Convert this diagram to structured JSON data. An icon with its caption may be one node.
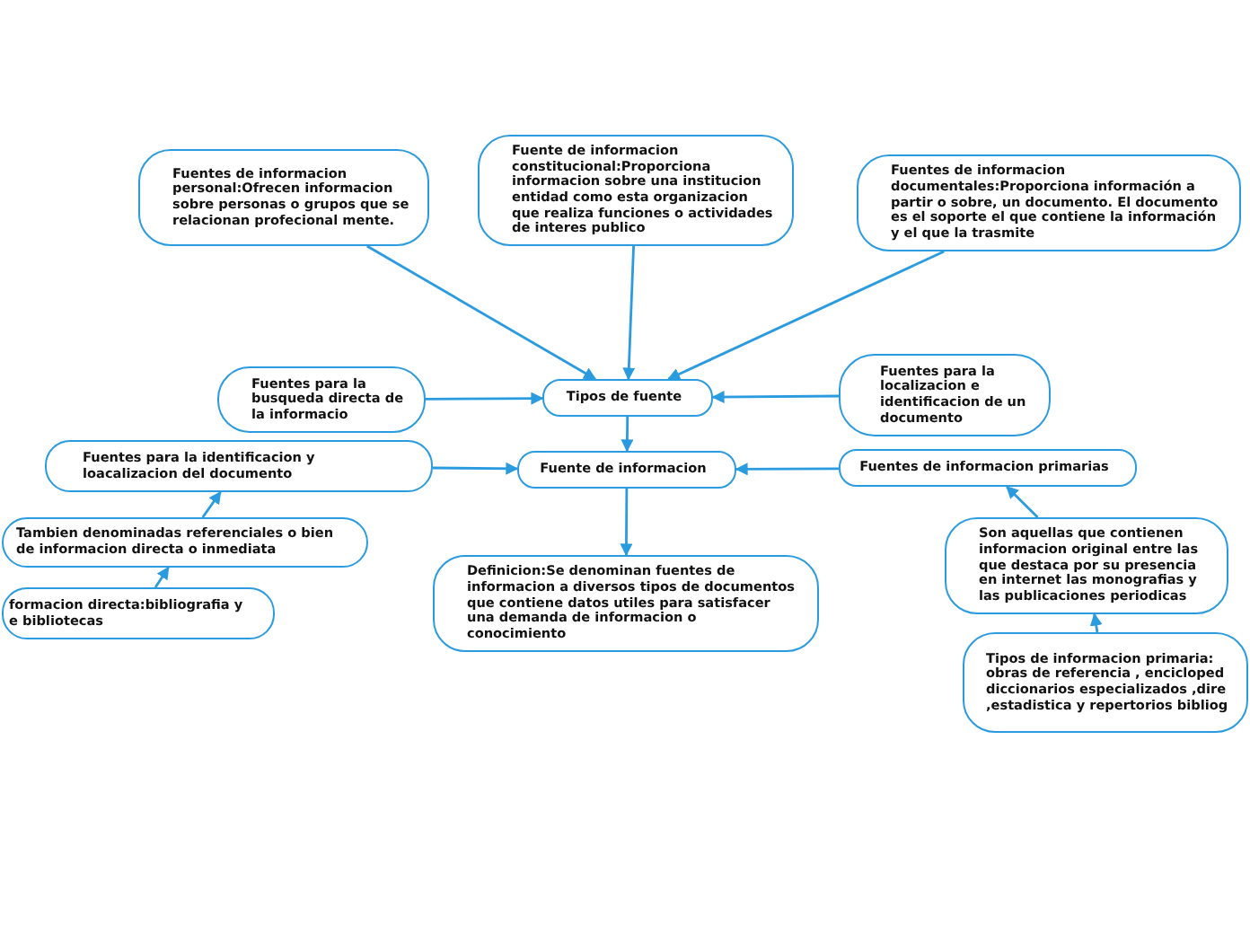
{
  "diagram": {
    "nodes": [
      {
        "text": [
          "Fuentes de informacion personal:Ofrecen informacion sobre personas o grupos que se relacionan profecional mente."
        ]
      },
      {
        "text": [
          "Fuente de informacion constitucional:Proporciona informacion sobre una institucion entidad como esta organizacion que realiza funciones o actividades de interes publico"
        ]
      },
      {
        "text": [
          "Fuentes de informacion documentales:Proporciona información a partir o sobre, un documento. El documento es el soporte el que contiene la información y el que la trasmite"
        ]
      },
      {
        "text": [
          "Fuentes para la busqueda directa de la informacio"
        ]
      },
      {
        "text": [
          "Tipos de fuente"
        ]
      },
      {
        "text": [
          "Fuentes para la localizacion e identificacion de un documento"
        ]
      },
      {
        "text": [
          "Fuentes para la identificacion y loacalizacion del documento"
        ]
      },
      {
        "text": [
          "Fuente de informacion"
        ]
      },
      {
        "text": [
          "Fuentes de informacion primarias"
        ]
      },
      {
        "text": [
          "Tambien denominadas referenciales o bien de informacion directa o inmediata"
        ]
      },
      {
        "text": [
          "formacion directa:bibliografia y e bibliotecas"
        ]
      },
      {
        "text": [
          "Son aquellas que contienen informacion original entre las que destaca por su presencia en internet las monografias y las publicaciones periodicas"
        ]
      },
      {
        "text": [
          "Definicion:Se denominan fuentes de informacion a diversos tipos de documentos que contiene datos utiles para satisfacer una demanda de informacion o conocimiento"
        ]
      },
      {
        "text": [
          "Tipos de informacion primaria: obras de referencia , encicloped diccionarios especializados ,dire ,estadistica y repertorios bibliog"
        ]
      }
    ],
    "edges": [
      {
        "from": 0,
        "to": 4,
        "arrow": "to"
      },
      {
        "from": 1,
        "to": 4,
        "arrow": "to"
      },
      {
        "from": 2,
        "to": 4,
        "arrow": "to"
      },
      {
        "from": 3,
        "to": 4,
        "arrow": "to"
      },
      {
        "from": 5,
        "to": 4,
        "arrow": "to"
      },
      {
        "from": 4,
        "to": 7,
        "arrow": "to"
      },
      {
        "from": 6,
        "to": 7,
        "arrow": "to"
      },
      {
        "from": 8,
        "to": 7,
        "arrow": "to"
      },
      {
        "from": 7,
        "to": 12,
        "arrow": "to"
      },
      {
        "from": 9,
        "to": 6,
        "arrow": "to"
      },
      {
        "from": 10,
        "to": 9,
        "arrow": "to"
      },
      {
        "from": 11,
        "to": 8,
        "arrow": "to"
      },
      {
        "from": 13,
        "to": 11,
        "arrow": "to"
      }
    ]
  }
}
